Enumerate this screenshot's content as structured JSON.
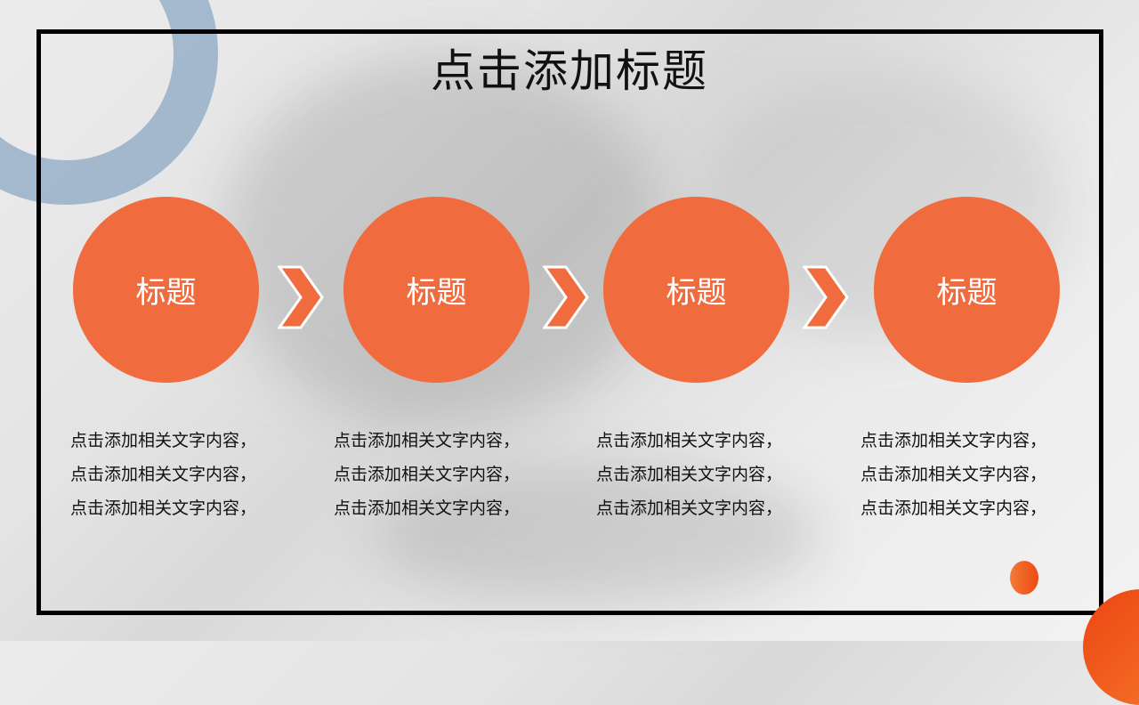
{
  "slide": {
    "title": "点击添加标题",
    "accent_color": "#f06c3e",
    "steps": [
      {
        "label": "标题",
        "lines": [
          "点击添加相关文字内容，",
          "点击添加相关文字内容，",
          "点击添加相关文字内容，"
        ]
      },
      {
        "label": "标题",
        "lines": [
          "点击添加相关文字内容，",
          "点击添加相关文字内容，",
          "点击添加相关文字内容，"
        ]
      },
      {
        "label": "标题",
        "lines": [
          "点击添加相关文字内容，",
          "点击添加相关文字内容，",
          "点击添加相关文字内容，"
        ]
      },
      {
        "label": "标题",
        "lines": [
          "点击添加相关文字内容，",
          "点击添加相关文字内容，",
          "点击添加相关文字内容，"
        ]
      }
    ]
  }
}
